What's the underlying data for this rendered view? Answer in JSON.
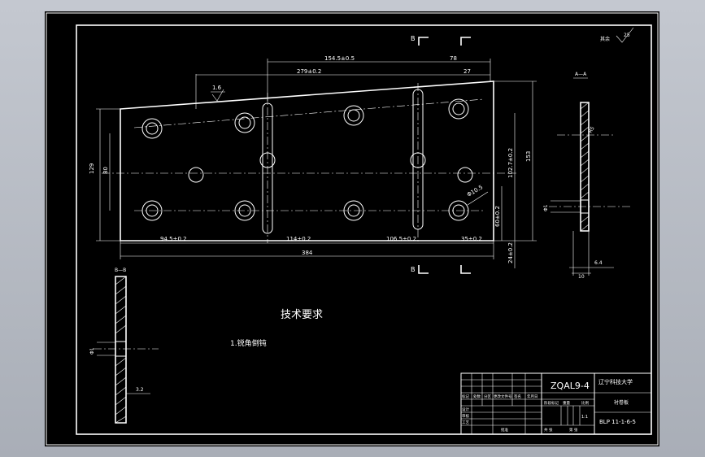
{
  "drawing": {
    "part_code": "ZQAL9-4",
    "drawing_number": "BLP 11-1-6-5",
    "institution": "辽宁科技大学",
    "material_cell": "衬卷板",
    "scale": "1:1",
    "tech_title": "技术要求",
    "tech_note": "1.锐角倒钝",
    "surface_remaining": "其余",
    "surface_remaining_value": "25",
    "surface_local_value": "1.6"
  },
  "section_labels": {
    "b_top_left": "B",
    "b_bottom_left": "B",
    "a_a": "A—A",
    "b_b": "B—B"
  },
  "dimensions": {
    "top_overall": "154.5±0.5",
    "top_right": "78",
    "upper_span": "279±0.2",
    "upper_right": "27",
    "left_outer": "129",
    "left_inner": "80",
    "bottom_1": "94.5±0.2",
    "bottom_2": "114±0.2",
    "bottom_3": "106.5±0.2",
    "bottom_4": "35±0.2",
    "bottom_total": "384",
    "right_1": "102.7±0.2",
    "right_2": "60±0.2",
    "right_3": "24±0.2",
    "right_total": "153",
    "hole_dia": "Φ10.5",
    "section_a_small": "10",
    "section_a_width": "6.4",
    "section_a_angle": "R5",
    "section_a_side": "Φ1",
    "section_b_dim": "3.2",
    "section_b_side": "Φ1"
  },
  "title_block": {
    "header_cells": [
      "标记",
      "处数",
      "分区",
      "更改文件号",
      "签名",
      "年月日"
    ],
    "role_cells": [
      "设计",
      "审核",
      "工艺",
      "批准"
    ],
    "stage_cells": [
      "阶段标记",
      "重量",
      "比例"
    ],
    "sheet_cells": [
      "共 张",
      "第 张"
    ]
  }
}
